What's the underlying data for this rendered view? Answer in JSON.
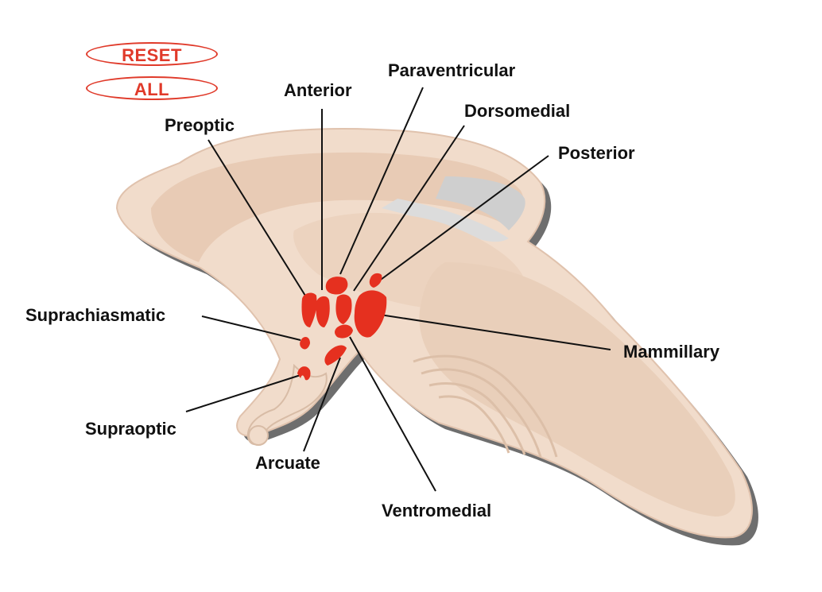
{
  "buttons": {
    "reset": "RESET",
    "all": "ALL"
  },
  "labels": {
    "paraventricular": "Paraventricular",
    "anterior": "Anterior",
    "dorsomedial": "Dorsomedial",
    "preoptic": "Preoptic",
    "posterior": "Posterior",
    "suprachiasmatic": "Suprachiasmatic",
    "mammillary": "Mammillary",
    "supraoptic": "Supraoptic",
    "arcuate": "Arcuate",
    "ventromedial": "Ventromedial"
  },
  "colors": {
    "nucleus": "#e5301f",
    "tissue": "#f1dccb",
    "tissue_dark": "#e8cbb5",
    "shadow": "#6e6e6e",
    "ventricle": "#cfcfcf",
    "accent": "#e03a2a"
  }
}
